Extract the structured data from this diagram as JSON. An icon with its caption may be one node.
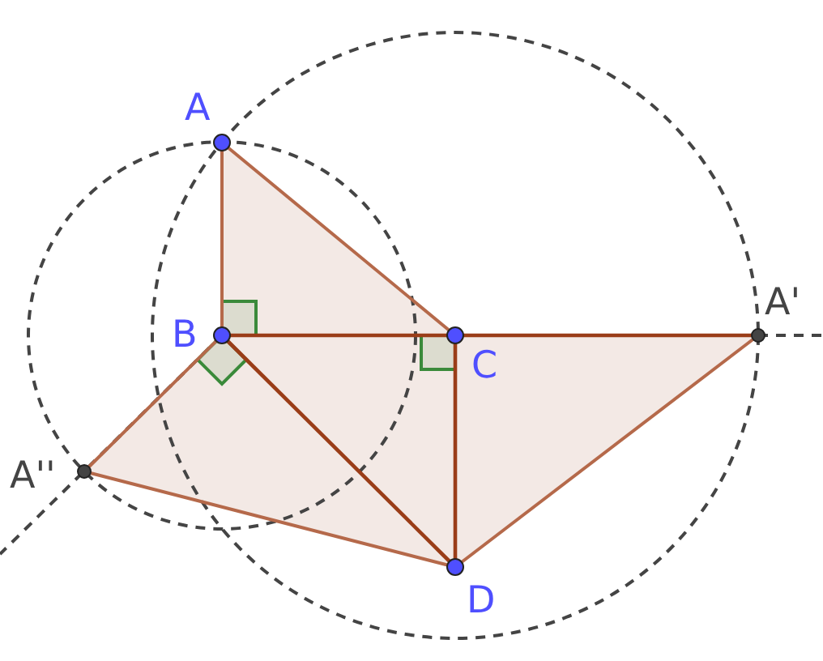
{
  "diagram": {
    "labels": [
      "A",
      "A'",
      "B",
      "C",
      "A''",
      "D"
    ]
  }
}
